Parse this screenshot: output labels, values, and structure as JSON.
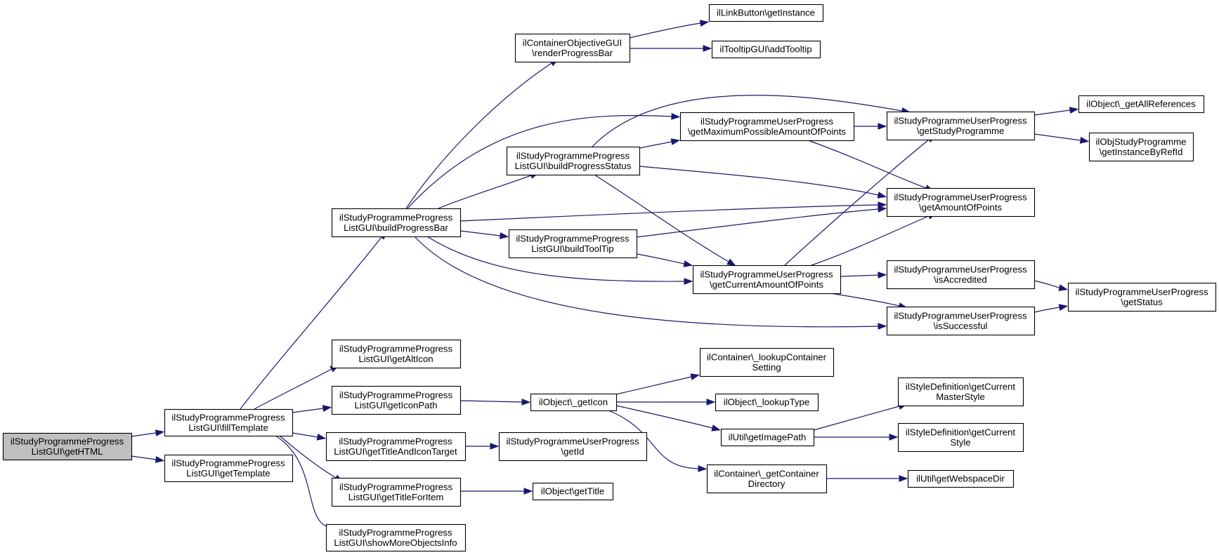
{
  "graph": {
    "type": "call-graph",
    "edge_color": "#191970",
    "root_fill": "#bfbfbf",
    "nodes": [
      {
        "id": "getHTML",
        "lines": [
          "ilStudyProgrammeProgress",
          "ListGUI\\getHTML"
        ]
      },
      {
        "id": "fillTemplate",
        "lines": [
          "ilStudyProgrammeProgress",
          "ListGUI\\fillTemplate"
        ]
      },
      {
        "id": "getTemplate",
        "lines": [
          "ilStudyProgrammeProgress",
          "ListGUI\\getTemplate"
        ]
      },
      {
        "id": "buildProgressBar",
        "lines": [
          "ilStudyProgrammeProgress",
          "ListGUI\\buildProgressBar"
        ]
      },
      {
        "id": "getAltIcon",
        "lines": [
          "ilStudyProgrammeProgress",
          "ListGUI\\getAltIcon"
        ]
      },
      {
        "id": "getIconPath",
        "lines": [
          "ilStudyProgrammeProgress",
          "ListGUI\\getIconPath"
        ]
      },
      {
        "id": "getTitleAndIconTarget",
        "lines": [
          "ilStudyProgrammeProgress",
          "ListGUI\\getTitleAndIconTarget"
        ]
      },
      {
        "id": "getTitleForItem",
        "lines": [
          "ilStudyProgrammeProgress",
          "ListGUI\\getTitleForItem"
        ]
      },
      {
        "id": "showMoreObjectsInfo",
        "lines": [
          "ilStudyProgrammeProgress",
          "ListGUI\\showMoreObjectsInfo"
        ]
      },
      {
        "id": "renderProgressBar",
        "lines": [
          "ilContainerObjectiveGUI",
          "\\renderProgressBar"
        ]
      },
      {
        "id": "buildProgressStatus",
        "lines": [
          "ilStudyProgrammeProgress",
          "ListGUI\\buildProgressStatus"
        ]
      },
      {
        "id": "buildToolTip",
        "lines": [
          "ilStudyProgrammeProgress",
          "ListGUI\\buildToolTip"
        ]
      },
      {
        "id": "getCurrentAmountOfPoints",
        "lines": [
          "ilStudyProgrammeUserProgress",
          "\\getCurrentAmountOfPoints"
        ]
      },
      {
        "id": "getMaximumPossibleAmountOfPoints",
        "lines": [
          "ilStudyProgrammeUserProgress",
          "\\getMaximumPossibleAmountOfPoints"
        ]
      },
      {
        "id": "getAmountOfPoints",
        "lines": [
          "ilStudyProgrammeUserProgress",
          "\\getAmountOfPoints"
        ]
      },
      {
        "id": "getStudyProgramme",
        "lines": [
          "ilStudyProgrammeUserProgress",
          "\\getStudyProgramme"
        ]
      },
      {
        "id": "isAccredited",
        "lines": [
          "ilStudyProgrammeUserProgress",
          "\\isAccredited"
        ]
      },
      {
        "id": "isSuccessful",
        "lines": [
          "ilStudyProgrammeUserProgress",
          "\\isSuccessful"
        ]
      },
      {
        "id": "getStatus",
        "lines": [
          "ilStudyProgrammeUserProgress",
          "\\getStatus"
        ]
      },
      {
        "id": "getAllReferences",
        "lines": [
          "ilObject\\_getAllReferences"
        ]
      },
      {
        "id": "getInstanceByRefId",
        "lines": [
          "ilObjStudyProgramme",
          "\\getInstanceByRefId"
        ]
      },
      {
        "id": "linkButtonGetInstance",
        "lines": [
          "ilLinkButton\\getInstance"
        ]
      },
      {
        "id": "addTooltip",
        "lines": [
          "ilTooltipGUI\\addTooltip"
        ]
      },
      {
        "id": "getId",
        "lines": [
          "ilStudyProgrammeUserProgress",
          "\\getId"
        ]
      },
      {
        "id": "getIcon",
        "lines": [
          "ilObject\\_getIcon"
        ]
      },
      {
        "id": "getTitle",
        "lines": [
          "ilObject\\getTitle"
        ]
      },
      {
        "id": "lookupContainerSetting",
        "lines": [
          "ilContainer\\_lookupContainer",
          "Setting"
        ]
      },
      {
        "id": "lookupType",
        "lines": [
          "ilObject\\_lookupType"
        ]
      },
      {
        "id": "getImagePath",
        "lines": [
          "ilUtil\\getImagePath"
        ]
      },
      {
        "id": "getContainerDirectory",
        "lines": [
          "ilContainer\\_getContainer",
          "Directory"
        ]
      },
      {
        "id": "getCurrentMasterStyle",
        "lines": [
          "ilStyleDefinition\\getCurrent",
          "MasterStyle"
        ]
      },
      {
        "id": "getCurrentStyle",
        "lines": [
          "ilStyleDefinition\\getCurrent",
          "Style"
        ]
      },
      {
        "id": "getWebspaceDir",
        "lines": [
          "ilUtil\\getWebspaceDir"
        ]
      }
    ]
  }
}
